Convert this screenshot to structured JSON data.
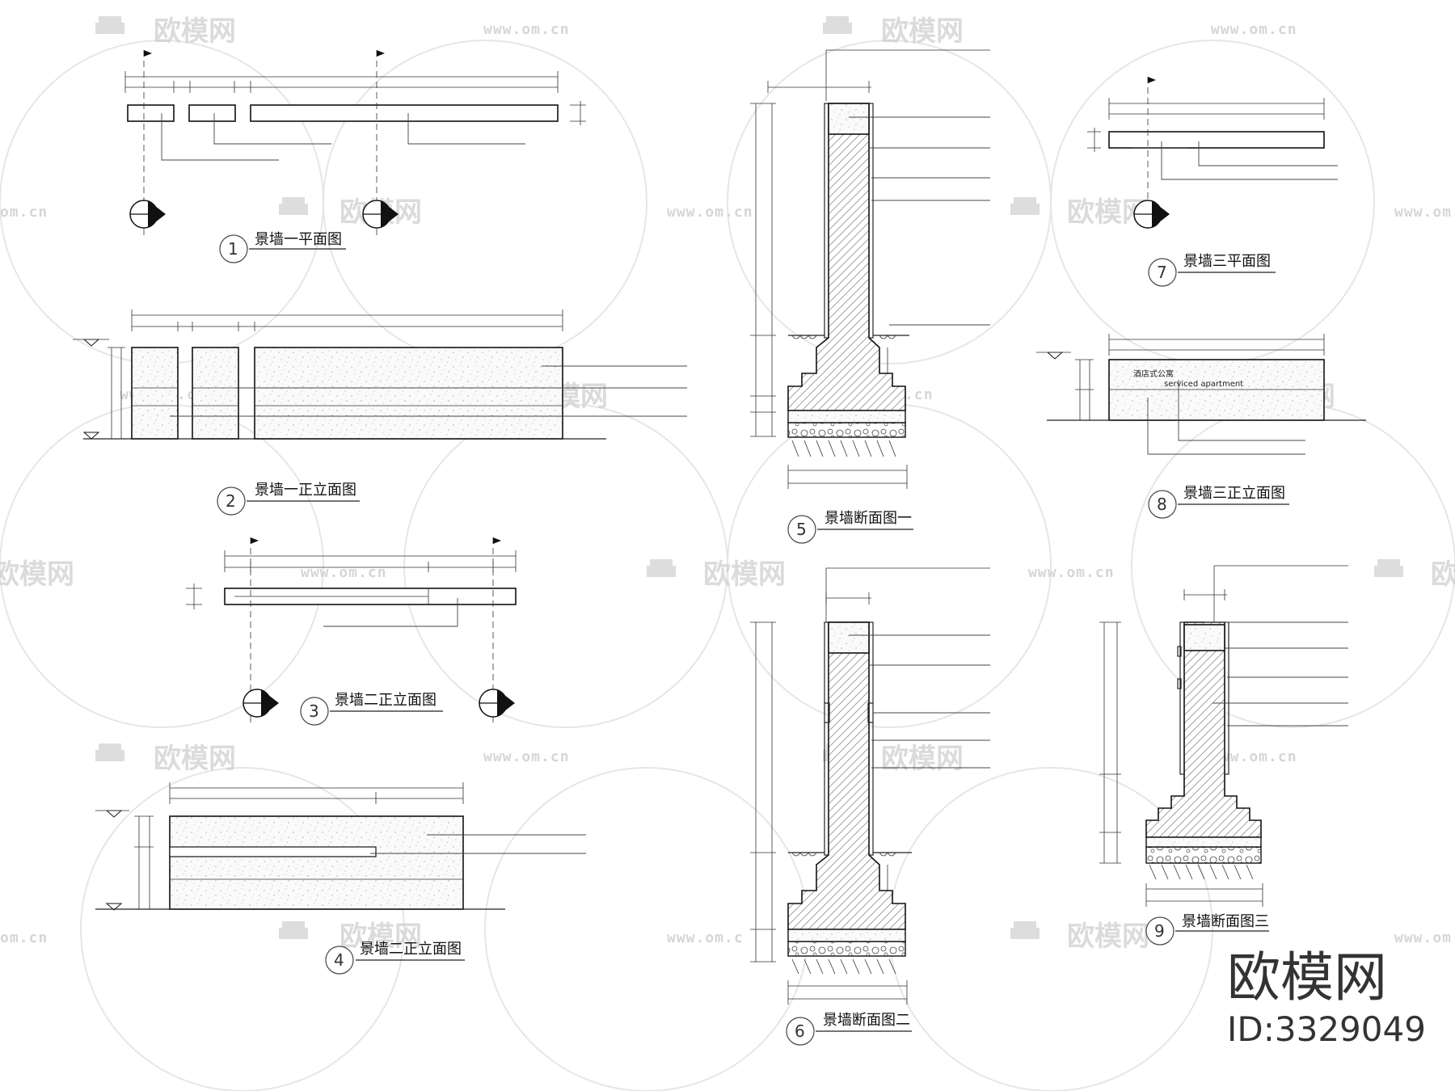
{
  "drawings": [
    {
      "number": "1",
      "caption": "景墙一平面图"
    },
    {
      "number": "2",
      "caption": "景墙一正立面图"
    },
    {
      "number": "3",
      "caption": "景墙二正立面图"
    },
    {
      "number": "4",
      "caption": "景墙二正立面图"
    },
    {
      "number": "5",
      "caption": "景墙断面图一"
    },
    {
      "number": "6",
      "caption": "景墙断面图二"
    },
    {
      "number": "7",
      "caption": "景墙三平面图"
    },
    {
      "number": "8",
      "caption": "景墙三正立面图"
    },
    {
      "number": "9",
      "caption": "景墙断面图三"
    }
  ],
  "sign": {
    "cn": "酒店式公寓",
    "en": "serviced apartment"
  },
  "watermark": {
    "text": "欧模网",
    "url": "www.om.cn",
    "url_fragment": "om.cn",
    "url_fragment_left": "www.om.c"
  },
  "brand": {
    "name": "欧模网",
    "id": "ID:3329049"
  },
  "colors": {
    "line": "#111111",
    "watermark": "#cfcfcf",
    "background": "#ffffff"
  }
}
